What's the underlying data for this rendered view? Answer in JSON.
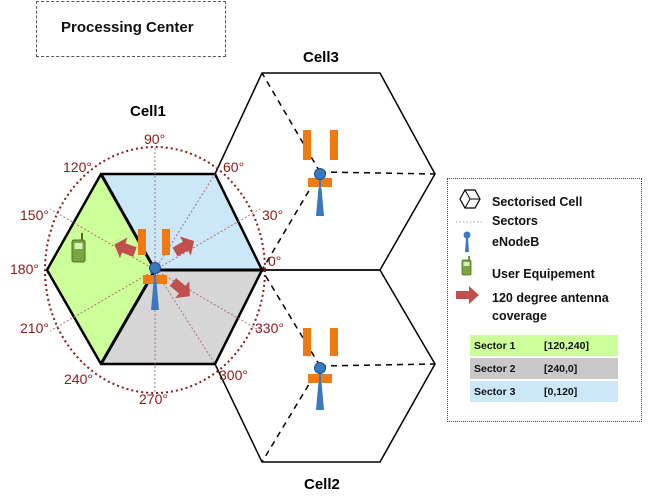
{
  "processing_center": {
    "label": "Processing Center"
  },
  "cells": {
    "cell1": "Cell1",
    "cell2": "Cell2",
    "cell3": "Cell3"
  },
  "angles": [
    "90°",
    "60°",
    "30°",
    "0°",
    "330°",
    "300°",
    "270°",
    "240°",
    "210°",
    "180°",
    "150°",
    "120°"
  ],
  "legend": {
    "items": [
      {
        "icon": "sectorised-cell-icon",
        "label": "Sectorised Cell"
      },
      {
        "icon": "sector-line-icon",
        "label": "Sectors"
      },
      {
        "icon": "enodeb-icon",
        "label": "eNodeB"
      },
      {
        "icon": "user-equipment-icon",
        "label": "User Equipement"
      },
      {
        "icon": "antenna-arrow-icon",
        "label": "120 degree antenna coverage"
      }
    ],
    "sectors": [
      {
        "name": "Sector 1",
        "range": "[120,240]",
        "color": "#ccff99"
      },
      {
        "name": "Sector 2",
        "range": "[240,0]",
        "color": "#c8c8c8"
      },
      {
        "name": "Sector 3",
        "range": "[0,120]",
        "color": "#cce8f8"
      }
    ]
  },
  "colors": {
    "sector1": "#ccff99",
    "sector2": "#d6d6d6",
    "sector3": "#cce8f8",
    "angle_label": "#8b1a1a",
    "antenna": "#f07a10",
    "arrow": "#c0504d",
    "enodeb": "#3a78c0",
    "ue": "#7aa640"
  }
}
